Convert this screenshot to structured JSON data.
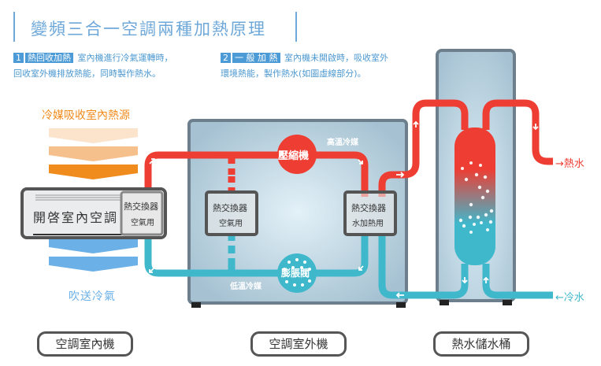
{
  "title": "變頻三合一空調兩種加熱原理",
  "modes": [
    {
      "num": "1",
      "name": "熱回收加熱",
      "line1": "室內機進行冷氣運轉時，",
      "line2": "回收室外機排放熱能，同時製作熱水。"
    },
    {
      "num": "2",
      "name": "一 般 加 熱",
      "line1": "室內機未開啟時，吸收室外",
      "line2": "環境熱能，製作熱水(如圖虛線部分)。"
    }
  ],
  "indoor": {
    "heat_label": "冷媒吸收室內熱源",
    "unit_label": "開啓室內空調",
    "hx_title": "熱交換器",
    "hx_sub": "空氣用",
    "cool_label": "吹送冷氣"
  },
  "outdoor": {
    "compressor": "壓縮機",
    "high_temp": "高溫冷媒",
    "low_temp": "低溫冷媒",
    "valve": "膨脹閥",
    "hx_air_title": "熱交換器",
    "hx_air_sub": "空氣用",
    "hx_water_title": "熱交換器",
    "hx_water_sub": "水加熱用"
  },
  "tank": {
    "hot_water": "→熱水",
    "cold_water": "←冷水"
  },
  "captions": [
    "空調室內機",
    "空調室外機",
    "熱水儲水桶"
  ],
  "colors": {
    "hot": "#ee3d33",
    "cold": "#3fb8cc",
    "accent_blue": "#4c9ad6",
    "orange": "#f08c1e",
    "unit_frame": "#6d7f8c",
    "unit_fill": "#a9c4d4"
  }
}
